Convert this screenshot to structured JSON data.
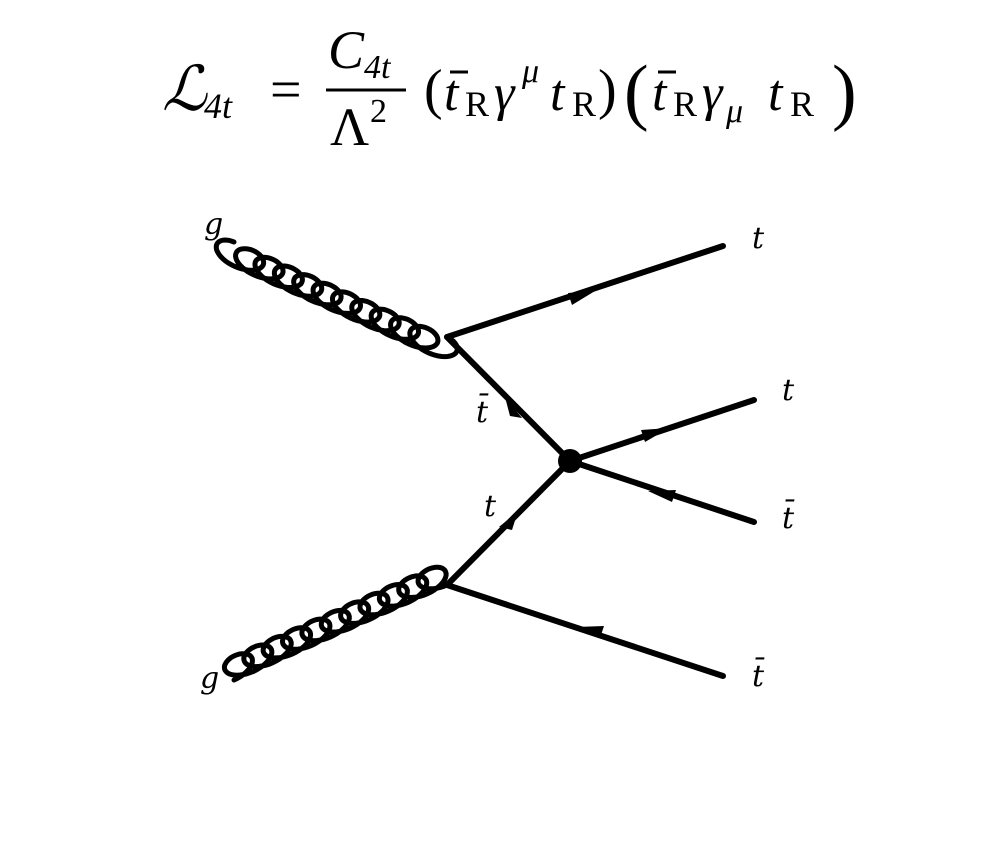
{
  "formula": {
    "lhs_symbol": "ℒ",
    "lhs_subscript": "4t",
    "equals": "=",
    "numerator": "C",
    "numerator_subscript": "4t",
    "denominator": "Λ",
    "denominator_power": "2",
    "current1": {
      "open": "(",
      "tbar": "t",
      "sub1": "R",
      "gamma": "γ",
      "index": "μ",
      "t": "t",
      "sub2": "R",
      "close": ")"
    },
    "current2": {
      "open": "(",
      "tbar": "t",
      "sub1": "R",
      "gamma": "γ",
      "index": "μ",
      "t": "t",
      "sub2": "R",
      "close": ")"
    }
  },
  "diagram": {
    "labels": {
      "gluon_top": "g",
      "gluon_bottom": "g",
      "out_top": "t",
      "propagator_tbar": "t̄",
      "propagator_t": "t",
      "out_mid_t": "t",
      "out_mid_tbar": "t̄",
      "out_bottom": "t̄"
    },
    "colors": {
      "ink": "#000000"
    }
  }
}
